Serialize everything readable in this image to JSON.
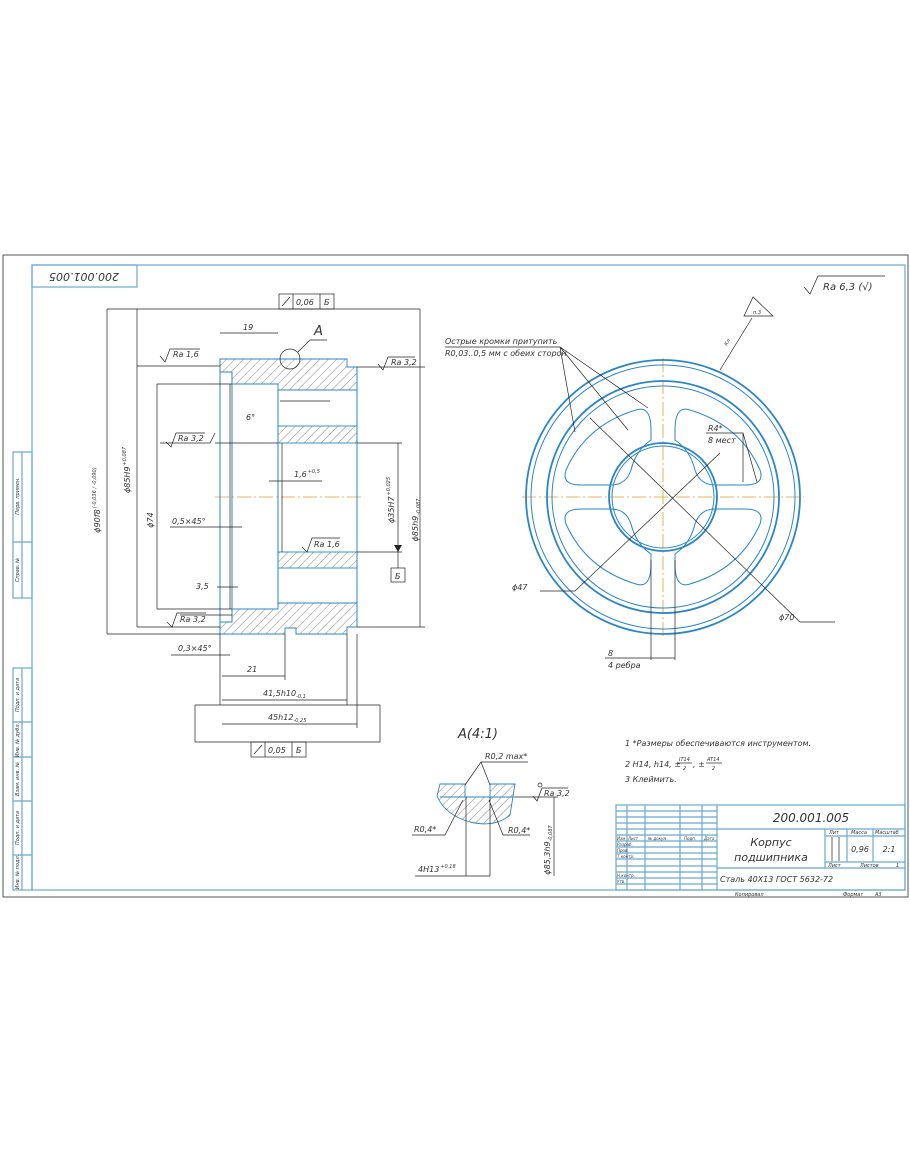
{
  "drawing": {
    "code": "200.001.005",
    "code_rotated": "200.001.005",
    "general_roughness": "Ra 6,3 (√)",
    "title_line1": "Корпус",
    "title_line2": "подшипника",
    "material": "Сталь 40Х13 ГОСТ 5632-72",
    "mass": "0,96",
    "scale": "2:1",
    "sheets_label": "Листов",
    "sheets_value": "1",
    "sheet_label": "Лист",
    "lit_label": "Лит",
    "mass_label": "Масса",
    "scale_label": "Масштаб",
    "copied_label": "Копировал",
    "format_label": "Формат",
    "format_value": "А3",
    "stamp_rows": [
      "Изм",
      "Лист",
      "№ докум.",
      "Подп.",
      "Дата"
    ],
    "stamp_roles": [
      "Разраб.",
      "Пров.",
      "Т.контр.",
      "Н.контр.",
      "Утв."
    ],
    "side_strip": [
      "Перв. примен.",
      "Справ. №",
      "Подп. и дата",
      "Инв. № дубл.",
      "Взам. инв. №",
      "Подп. и дата",
      "Инв. № подл."
    ]
  },
  "notes": {
    "n1": "1  *Размеры обеспечиваются инструментом.",
    "n2a": "2  H14, h14, ±",
    "n2_num1": "IT14",
    "n2_den1": "2",
    "n2_mid": ", ±",
    "n2_num2": "AT14",
    "n2_den2": "2",
    "n3": "3  Клеймить."
  },
  "section_view": {
    "dim_19": "19",
    "view_A": "A",
    "runout_top": "0,06",
    "runout_top_base": "Б",
    "ra_top_left": "Ra 1,6",
    "ra_top_right": "Ra 3,2",
    "ra_mid": "Ra 3,2",
    "ra_rib": "Ra 1,6",
    "ra_bottom": "Ra 3,2",
    "d90": "ϕ90f8",
    "d90_tol": "(-0,036 / -0,090)",
    "d85_left": "ϕ85H9",
    "d85_left_tol": "+0,087",
    "d74": "ϕ74",
    "chamfer_05": "0,5×45°",
    "dim_35": "3,5",
    "angle": "6°",
    "dim_16": "1,6",
    "dim_16_tol": "+0,5",
    "d35": "ϕ35H7",
    "d35_tol": "+0,025",
    "d85_right": "ϕ85h9",
    "d85_right_tol": "-0,087",
    "base_B": "Б",
    "chamfer_03": "0,3×45°",
    "dim_21": "21",
    "dim_415": "41,5h10",
    "dim_415_tol": "-0,1",
    "dim_45": "45h12",
    "dim_45_tol": "-0,25",
    "runout_bottom": "0,05",
    "runout_bottom_base": "Б"
  },
  "front_view": {
    "edge_note1": "Острые кромки притупить",
    "edge_note2": "R0,03..0,5 мм с обеих сторон",
    "mark_label": "п.3",
    "mark_k": "Кл",
    "r4": "R4*",
    "r4_count": "8 мест",
    "d47": "ϕ47",
    "d70": "ϕ70",
    "rib_width": "8",
    "rib_count": "4 ребра"
  },
  "detail_A": {
    "title": "A(4:1)",
    "r02": "R0,2 max*",
    "r04_left": "R0,4*",
    "r04_right": "R0,4*",
    "ra": "Ra 3,2",
    "groove": "4H13",
    "groove_tol": "+0,18",
    "d853": "ϕ85,3h9",
    "d853_tol": "-0,087"
  },
  "colors": {
    "frame": "#6aa9cf",
    "contour": "#2a86c6",
    "axis": "#e0a030"
  }
}
